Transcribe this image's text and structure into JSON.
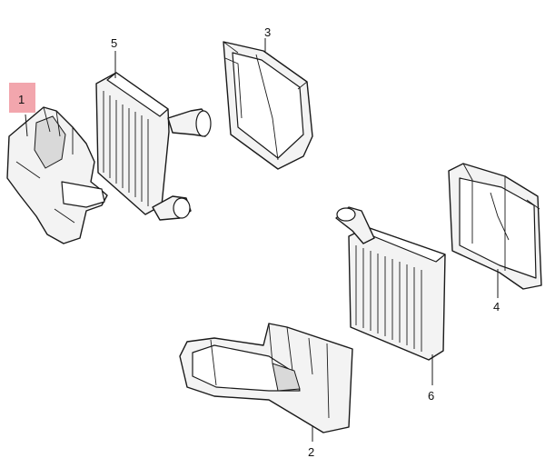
{
  "callouts": [
    {
      "id": "1",
      "label": "1",
      "highlighted": true
    },
    {
      "id": "2",
      "label": "2",
      "highlighted": false
    },
    {
      "id": "3",
      "label": "3",
      "highlighted": false
    },
    {
      "id": "4",
      "label": "4",
      "highlighted": false
    },
    {
      "id": "5",
      "label": "5",
      "highlighted": false
    },
    {
      "id": "6",
      "label": "6",
      "highlighted": false
    }
  ],
  "colors": {
    "highlight": "#f2a6ad",
    "line": "#1a1a1a",
    "background": "#ffffff"
  }
}
